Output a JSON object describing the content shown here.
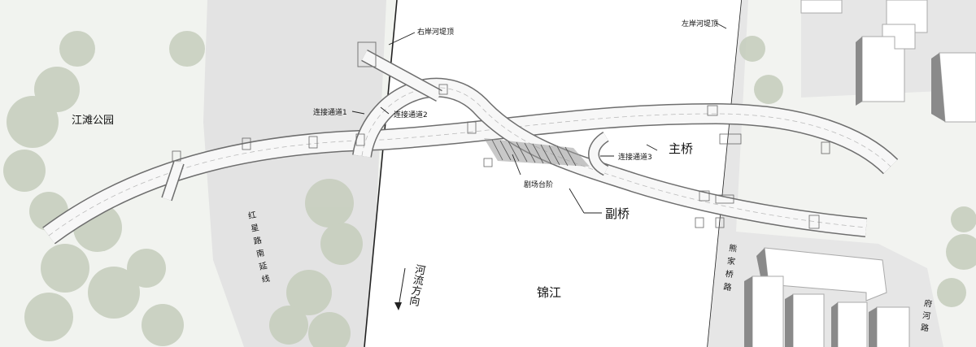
{
  "labels": {
    "park": "江滩公园",
    "right_bank": "右岸河堤顶",
    "left_bank": "左岸河堤顶",
    "connector_1": "连接通道1",
    "connector_2": "连接通道2",
    "connector_3": "连接通道3",
    "main_bridge": "主桥",
    "secondary_bridge": "副桥",
    "theater_steps": "剧场台阶",
    "river": "锦江",
    "flow_direction": "河流方向",
    "road_hongxing": "红星路南延线",
    "road_xiongjiaqiao": "熊家桥路",
    "road_fuhe": "府河路"
  },
  "colors": {
    "river": "#ffffff",
    "bank": "#e2e2e2",
    "greenery": "#c3cbbb",
    "building_shadow": "#8a8a8a",
    "bridge_fill": "#f7f7f7",
    "bridge_line": "#6e6e6e"
  }
}
